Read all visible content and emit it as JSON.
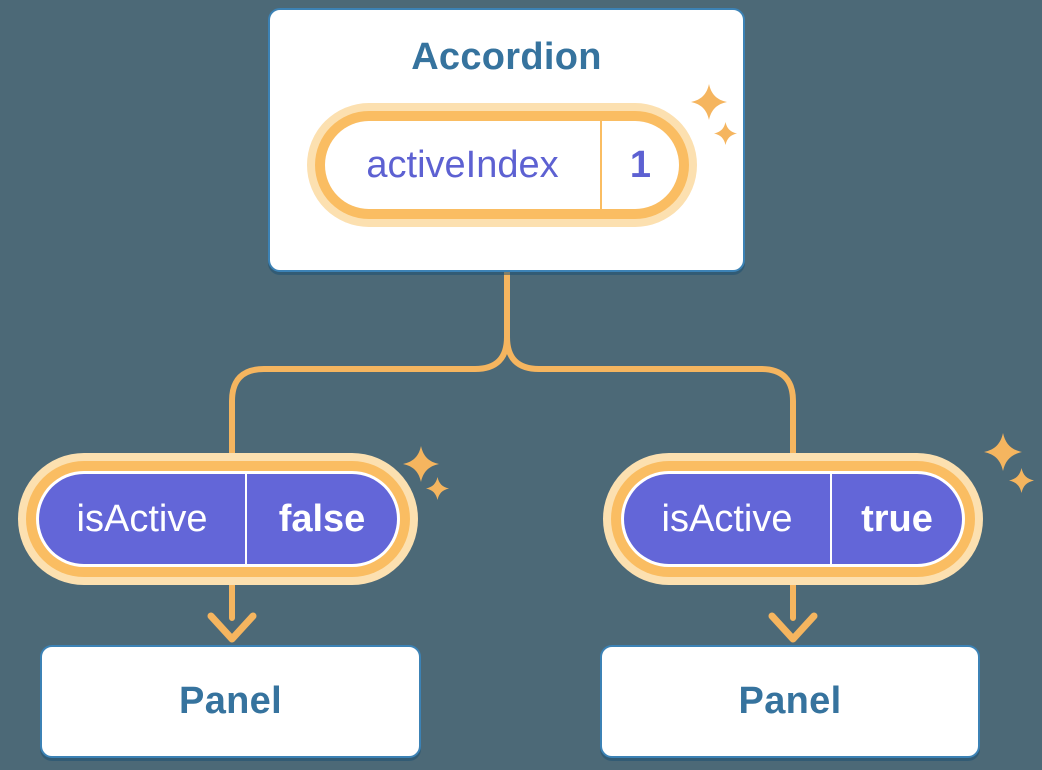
{
  "colors": {
    "background": "#4C6977",
    "card_border": "#3C82B5",
    "card_bg": "#FFFFFF",
    "heading_text": "#36739E",
    "amber": "#F5B55F",
    "amber_ring": "#FABD62",
    "cream_halo": "#FCE0B0",
    "purple_fill": "#6366D8",
    "purple_text": "#5D61D2",
    "white_text": "#FFFFFF"
  },
  "accordion_card": {
    "title": "Accordion",
    "state_pill": {
      "label": "activeIndex",
      "value": "1"
    }
  },
  "left_branch": {
    "prop_pill": {
      "label": "isActive",
      "value": "false"
    },
    "panel": {
      "title": "Panel"
    }
  },
  "right_branch": {
    "prop_pill": {
      "label": "isActive",
      "value": "true"
    },
    "panel": {
      "title": "Panel"
    }
  },
  "icons": {
    "sparkle": "four-pointed-star",
    "arrow": "down-chevron-arrow"
  }
}
